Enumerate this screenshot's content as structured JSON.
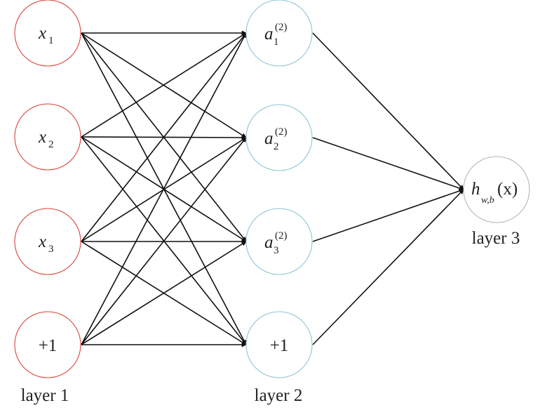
{
  "input_layer": {
    "label": "layer 1",
    "nodes": [
      {
        "base": "x",
        "sub": "1"
      },
      {
        "base": "x",
        "sub": "2"
      },
      {
        "base": "x",
        "sub": "3"
      },
      {
        "text": "+1"
      }
    ]
  },
  "hidden_layer": {
    "label": "layer 2",
    "nodes": [
      {
        "base": "a",
        "sub": "1",
        "sup": "(2)"
      },
      {
        "base": "a",
        "sub": "2",
        "sup": "(2)"
      },
      {
        "base": "a",
        "sub": "3",
        "sup": "(2)"
      },
      {
        "text": "+1"
      }
    ]
  },
  "output_layer": {
    "label": "layer 3",
    "node": {
      "base": "h",
      "sub": "w,b",
      "arg": "(x)"
    }
  },
  "colors": {
    "input_outline": "#d9433a",
    "hidden_outline": "#8fc3d3",
    "output_outline": "#b5b5b5",
    "edge": "#111111"
  }
}
